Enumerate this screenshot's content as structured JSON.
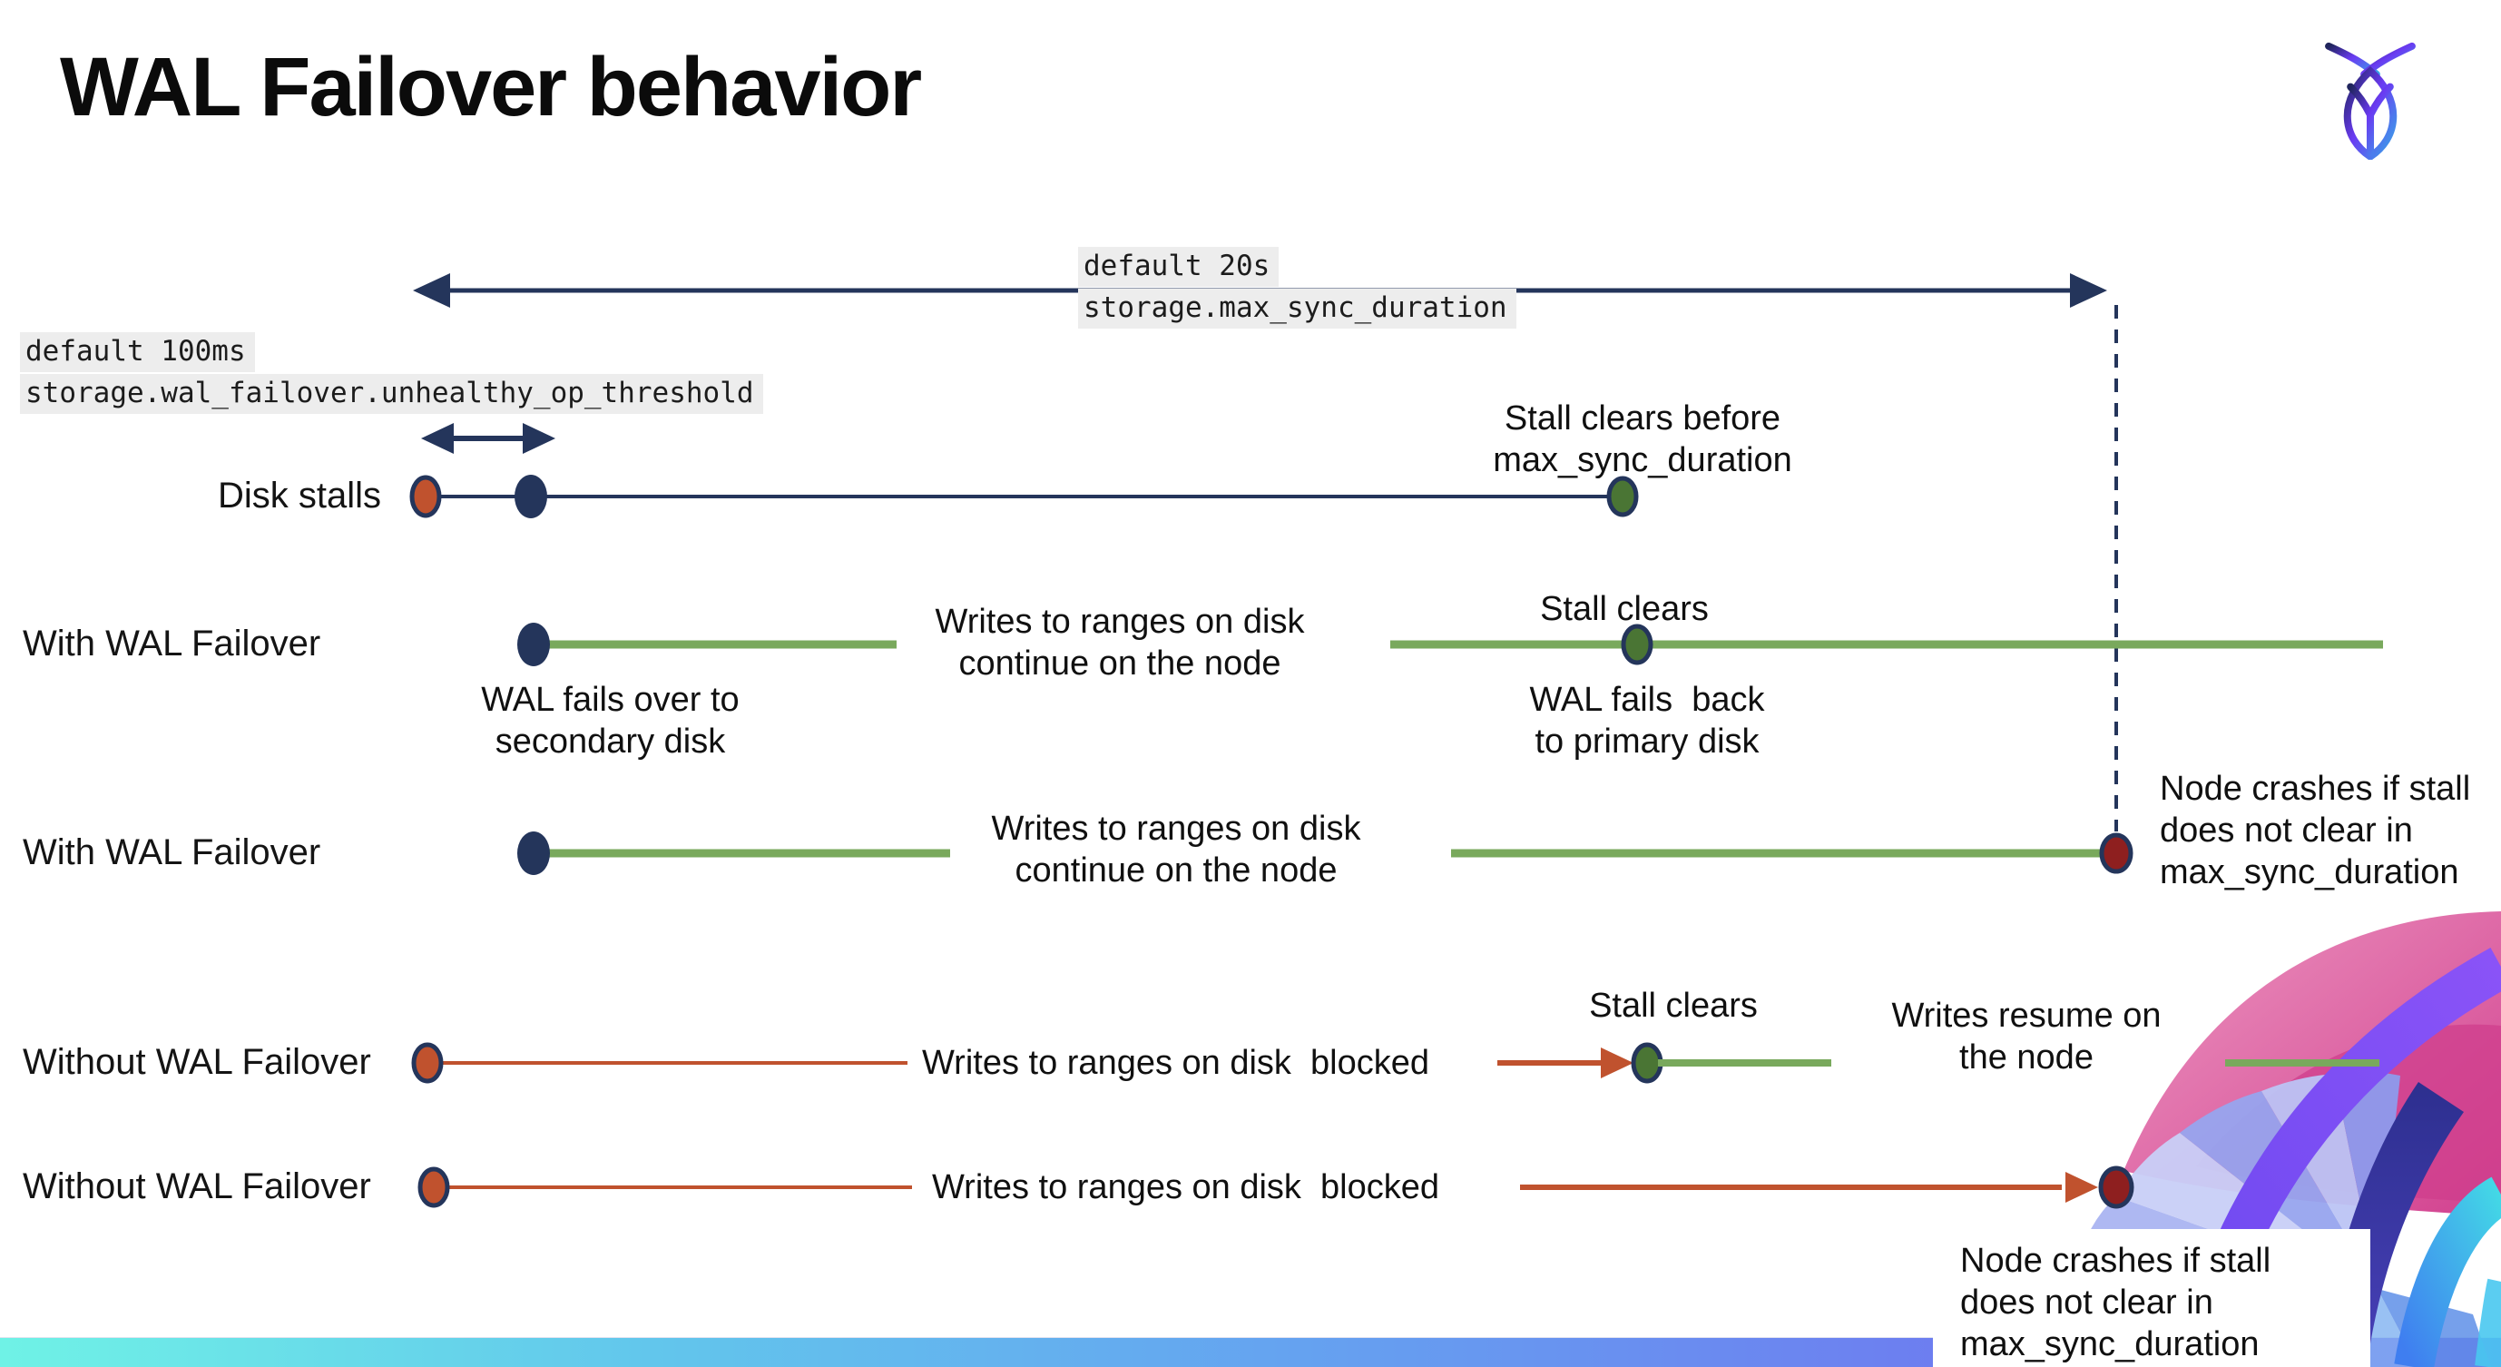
{
  "title": "WAL Failover behavior",
  "logo": {
    "name": "cockroachdb-logo"
  },
  "colors": {
    "navy": "#24355b",
    "green": "#79a95c",
    "greendot": "#4a7534",
    "redorange": "#c0522e",
    "darkred": "#8e1f1f",
    "ink": "#111111",
    "codebg": "#ededed",
    "bar_left_aqua": "#6ff2e6",
    "bar_mid_blue": "#65a2f0",
    "bar_right_purple": "#7b58f2",
    "deco_pink": "#d2418f",
    "deco_purple": "#8a53f7",
    "deco_cyan": "#43d9e6"
  },
  "config_labels": {
    "max_sync": {
      "default_value": "default 20s",
      "setting": "storage.max_sync_duration"
    },
    "threshold": {
      "default_value": "default 100ms",
      "setting": "storage.wal_failover.unhealthy_op_threshold"
    }
  },
  "rows": {
    "disk_stalls": {
      "label": "Disk stalls",
      "stall_clears_before": "Stall clears before\nmax_sync_duration"
    },
    "with_failover_1": {
      "label": "With WAL Failover",
      "fails_over": "WAL fails over to\nsecondary disk",
      "writes_continue": "Writes to ranges on disk\ncontinue on the node",
      "stall_clears": "Stall clears",
      "fails_back": "WAL fails  back\nto primary disk"
    },
    "with_failover_2": {
      "label": "With WAL Failover",
      "writes_continue": "Writes to ranges on disk\ncontinue on the node",
      "node_crashes": "Node crashes if stall\ndoes not clear in\nmax_sync_duration"
    },
    "without_failover_1": {
      "label": "Without WAL Failover",
      "writes_blocked": "Writes to ranges on disk  blocked",
      "stall_clears": "Stall clears",
      "writes_resume": "Writes resume on\nthe node"
    },
    "without_failover_2": {
      "label": "Without WAL Failover",
      "writes_blocked": "Writes to ranges on disk  blocked",
      "node_crashes": "Node crashes if stall\ndoes not clear in\nmax_sync_duration"
    }
  }
}
